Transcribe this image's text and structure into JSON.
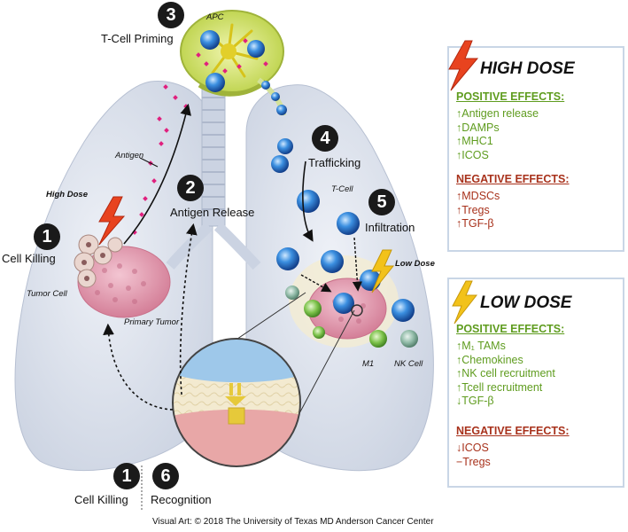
{
  "steps": [
    {
      "number": "1",
      "label": "Cell Killing"
    },
    {
      "number": "2",
      "label": "Antigen Release"
    },
    {
      "number": "3",
      "label": "T-Cell Priming"
    },
    {
      "number": "4",
      "label": "Trafficking"
    },
    {
      "number": "5",
      "label": "Infiltration"
    }
  ],
  "legend_steps": [
    {
      "number": "1",
      "label": "Cell Killing"
    },
    {
      "number": "6",
      "label": "Recognition"
    }
  ],
  "labels": {
    "apc": "APC",
    "antigen": "Antigen",
    "high_dose": "High Dose",
    "low_dose": "Low Dose",
    "tumor_cell": "Tumor Cell",
    "primary_tumor": "Primary Tumor",
    "t_cell": "T-Cell",
    "m1": "M1",
    "nk_cell": "NK Cell"
  },
  "high_dose_panel": {
    "title": "HIGH DOSE",
    "positive_heading": "POSITIVE EFFECTS:",
    "positive": [
      "↑Antigen release",
      "↑DAMPs",
      "↑MHC1",
      "↑ICOS"
    ],
    "negative_heading": "NEGATIVE EFFECTS:",
    "negative": [
      "↑MDSCs",
      "↑Tregs",
      "↑TGF-β"
    ]
  },
  "low_dose_panel": {
    "title": "LOW DOSE",
    "positive_heading": "POSITIVE EFFECTS:",
    "positive": [
      "↑M₁ TAMs",
      "↑Chemokines",
      "↑NK cell recruitment",
      "↑Tcell recruitment",
      "↓TGF-β"
    ],
    "negative_heading": "NEGATIVE EFFECTS:",
    "negative": [
      "↓ICOS",
      "−Tregs"
    ]
  },
  "credit": "Visual Art: © 2018 The University of Texas MD Anderson Cancer Center",
  "colors": {
    "lung": "#dfe5ef",
    "positive": "#5f9c1f",
    "negative": "#a8321c",
    "high_bolt": "#e8431f",
    "low_bolt": "#f2c21a",
    "t_cell": "#2f86d6",
    "tumor": "#d98aa0",
    "antigen": "#e0207e"
  }
}
